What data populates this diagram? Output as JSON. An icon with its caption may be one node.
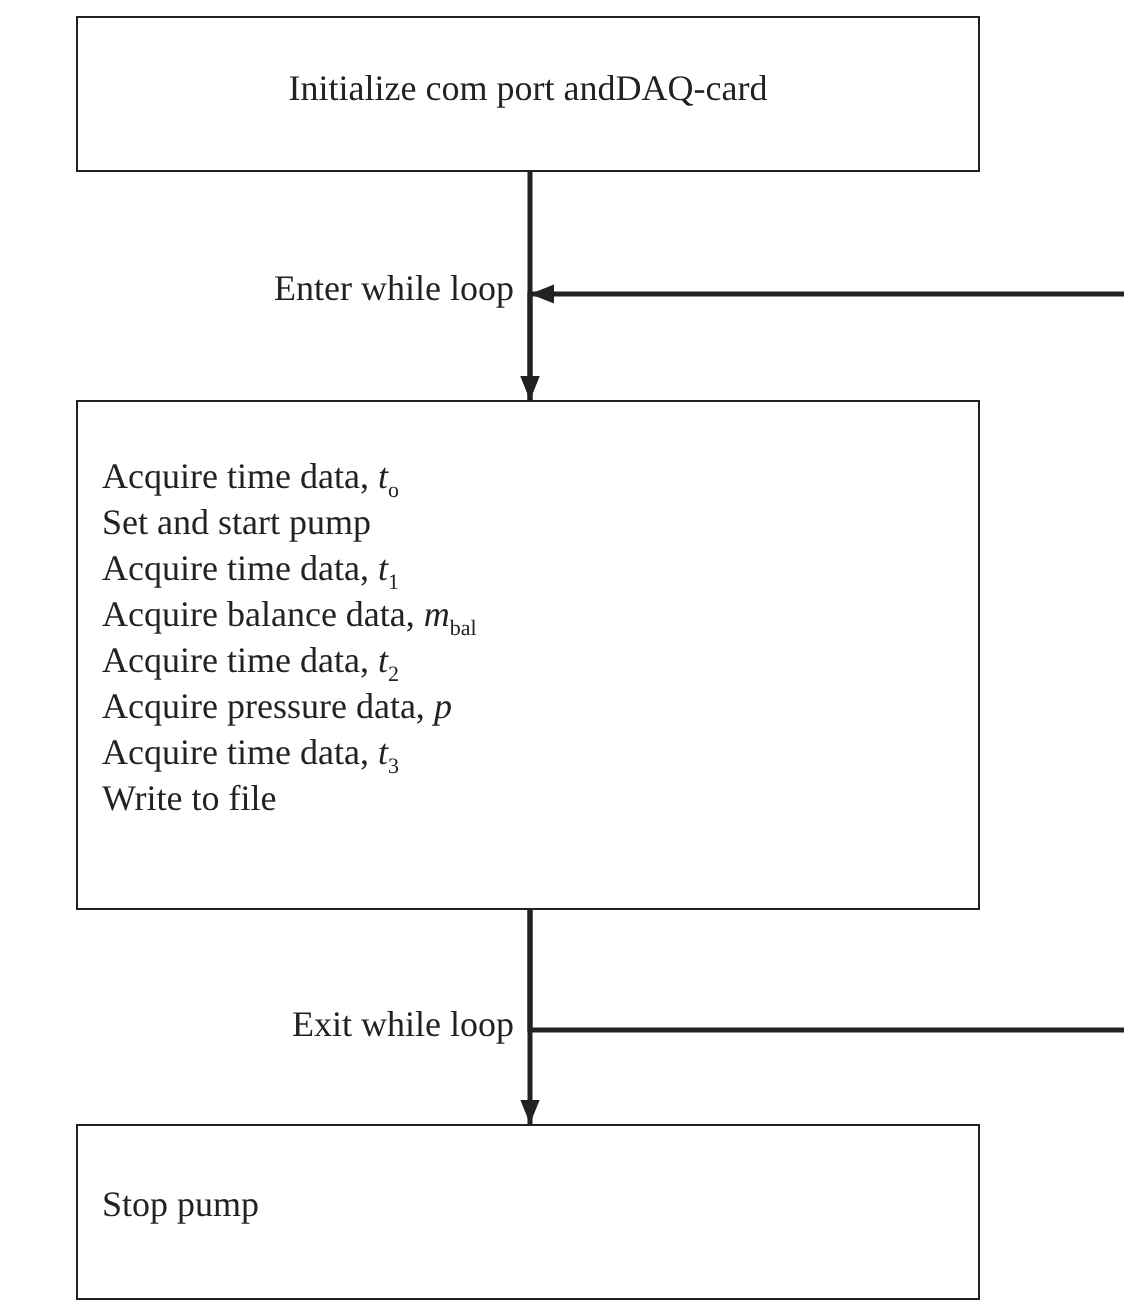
{
  "diagram": {
    "nodes": [
      {
        "text": [
          "Initialize com port andDAQ-card"
        ]
      },
      {
        "text": [
          "Acquire time data, *t*$_{o}$",
          "Set and start pump",
          "Acquire time data, *t*$_{1}$",
          "Acquire balance data, *m*$_{bal}$",
          "Acquire time data, *t*$_{2}$",
          "Acquire pressure data, *p*",
          "Acquire time data, *t*$_{3}$",
          "Write to file"
        ]
      },
      {
        "text": [
          "Stop pump"
        ]
      }
    ],
    "edges": [
      {
        "from": 0,
        "to": 1,
        "arrow": "to"
      },
      {
        "from": null,
        "to": 1,
        "arrow": "to",
        "label": "Enter while loop"
      },
      {
        "from": 1,
        "to": 2,
        "arrow": "to"
      },
      {
        "from": 1,
        "to": null,
        "arrow": "none",
        "label": "Exit while loop"
      }
    ]
  }
}
